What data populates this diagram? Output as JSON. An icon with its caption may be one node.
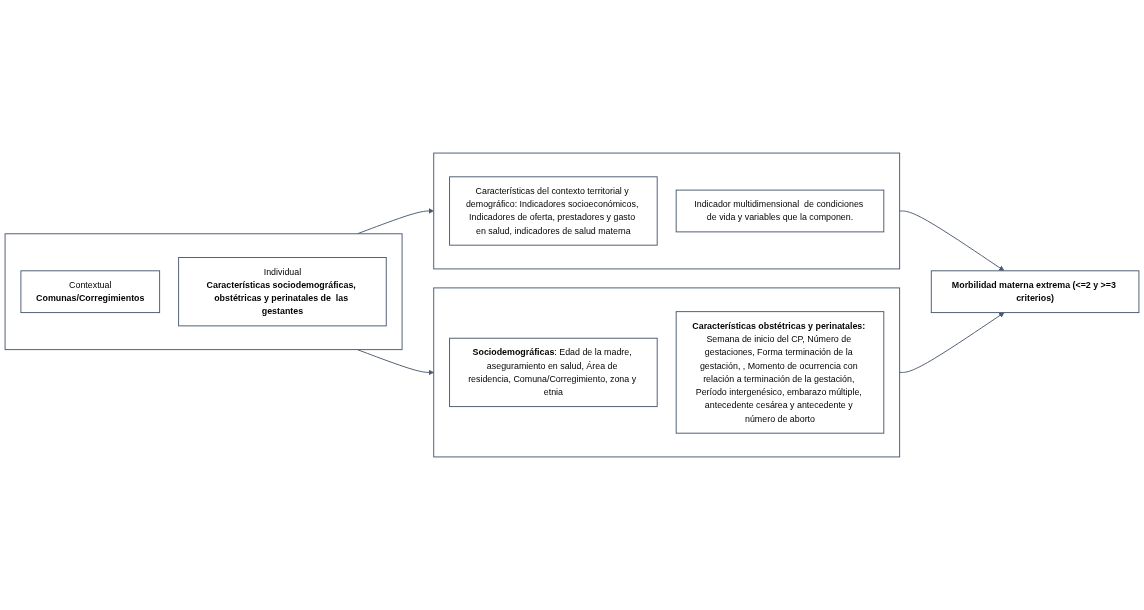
{
  "diagram": {
    "nodes": [
      {
        "text": [],
        "shape": "box"
      },
      {
        "text": [
          "Contextual",
          "Comunas/Corregimientos"
        ],
        "in": 0
      },
      {
        "text": [
          "Individual",
          "Características sociodemográficas, obstétricas y perinatales de  las gestantes"
        ],
        "in": 0
      },
      {
        "text": [],
        "shape": "box"
      },
      {
        "text": [
          "Características del contexto territorial y demográfico: Indicadores socioeconómicos, Indicadores de oferta, prestadores y gasto en salud, indicadores de salud materna"
        ],
        "in": 3
      },
      {
        "text": [
          "Indicador multidimensional  de condiciones de vida y variables que la componen."
        ],
        "in": 3
      },
      {
        "text": [],
        "shape": "box"
      },
      {
        "text": [
          "**Sociodemográficas**: Edad de la madre, aseguramiento en salud, Área de residencia, Comuna/Corregimiento, zona y etnia"
        ],
        "in": 6
      },
      {
        "text": [
          "**Características obstétricas y perinatales:** Semana de inicio del CP, Número de gestaciones, Forma terminación de la gestación, , Momento de ocurrencia con relación a terminación de la gestación, Período intergenésico, embarazo múltiple, antecedente cesárea y antecedente y número de aborto"
        ],
        "in": 6
      },
      {
        "text": [
          "Morbilidad materna extrema (<=2 y >=3 criterios)"
        ]
      }
    ],
    "edges": [
      {
        "from": 0,
        "to": 3,
        "arrow": "to"
      },
      {
        "from": 0,
        "to": 6,
        "arrow": "to"
      },
      {
        "from": 3,
        "to": 9,
        "arrow": "to"
      },
      {
        "from": 6,
        "to": 9,
        "arrow": "to"
      }
    ]
  }
}
